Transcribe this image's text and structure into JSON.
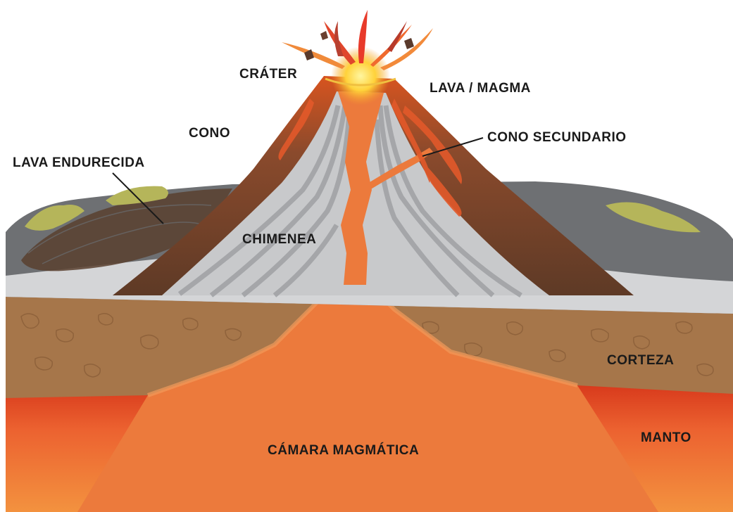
{
  "labels": {
    "crater": "CRÁTER",
    "lava_magma": "LAVA / MAGMA",
    "cono": "CONO",
    "cono_secundario": "CONO SECUNDARIO",
    "lava_endurecida": "LAVA ENDURECIDA",
    "chimenea": "CHIMENEA",
    "corteza": "CORTEZA",
    "manto": "MANTO",
    "camara_magmatica": "CÁMARA MAGMÁTICA"
  },
  "colors": {
    "label_text": "#1a1a1a",
    "magma": "#ec7a3c",
    "mantle": "#e8552a",
    "crust": "#a6764a",
    "cone_dark": "#7a4a2e",
    "ash_layers": "#c8c9cb",
    "rock_ground": "#6e7073",
    "vegetation": "#b5b55a"
  }
}
